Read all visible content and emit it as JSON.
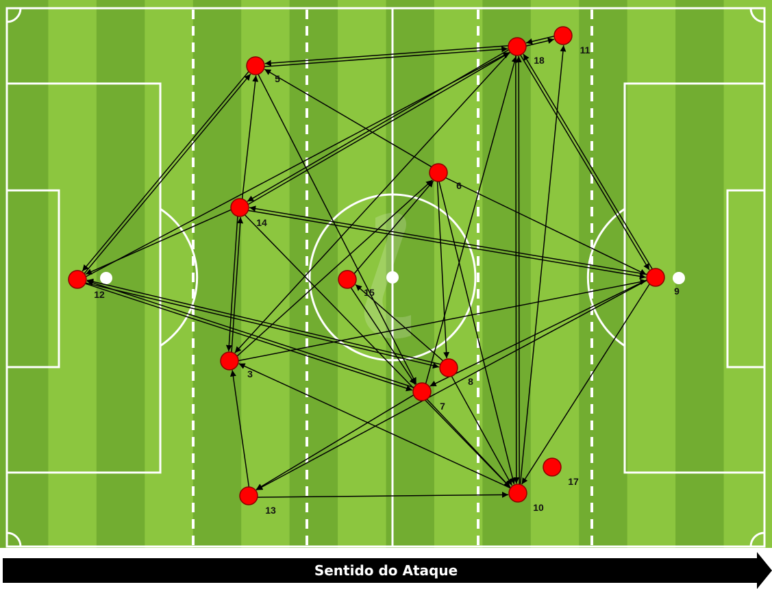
{
  "colors": {
    "grass_light": "#8cc63f",
    "grass_dark": "#72ad31",
    "player_fill": "#ff0000",
    "arrow": "#000000",
    "line": "#ffffff"
  },
  "players": [
    {
      "id": "5",
      "label": "5"
    },
    {
      "id": "18",
      "label": "18"
    },
    {
      "id": "11",
      "label": "11"
    },
    {
      "id": "6",
      "label": "6"
    },
    {
      "id": "14",
      "label": "14"
    },
    {
      "id": "12",
      "label": "12"
    },
    {
      "id": "15",
      "label": "15"
    },
    {
      "id": "9",
      "label": "9"
    },
    {
      "id": "3",
      "label": "3"
    },
    {
      "id": "8",
      "label": "8"
    },
    {
      "id": "7",
      "label": "7"
    },
    {
      "id": "17",
      "label": "17"
    },
    {
      "id": "13",
      "label": "13"
    },
    {
      "id": "10",
      "label": "10"
    }
  ],
  "passes": [
    {
      "from": "12",
      "to": "5"
    },
    {
      "from": "5",
      "to": "12"
    },
    {
      "from": "5",
      "to": "18"
    },
    {
      "from": "18",
      "to": "5"
    },
    {
      "from": "18",
      "to": "11"
    },
    {
      "from": "11",
      "to": "18"
    },
    {
      "from": "5",
      "to": "7"
    },
    {
      "from": "6",
      "to": "5"
    },
    {
      "from": "6",
      "to": "9"
    },
    {
      "from": "6",
      "to": "8"
    },
    {
      "from": "14",
      "to": "5"
    },
    {
      "from": "14",
      "to": "18"
    },
    {
      "from": "18",
      "to": "14"
    },
    {
      "from": "12",
      "to": "18"
    },
    {
      "from": "14",
      "to": "12"
    },
    {
      "from": "14",
      "to": "3"
    },
    {
      "from": "3",
      "to": "14"
    },
    {
      "from": "9",
      "to": "14"
    },
    {
      "from": "14",
      "to": "9"
    },
    {
      "from": "14",
      "to": "10"
    },
    {
      "from": "12",
      "to": "7"
    },
    {
      "from": "7",
      "to": "12"
    },
    {
      "from": "12",
      "to": "8"
    },
    {
      "from": "8",
      "to": "12"
    },
    {
      "from": "18",
      "to": "3"
    },
    {
      "from": "3",
      "to": "6"
    },
    {
      "from": "15",
      "to": "6"
    },
    {
      "from": "15",
      "to": "7"
    },
    {
      "from": "8",
      "to": "15"
    },
    {
      "from": "10",
      "to": "3"
    },
    {
      "from": "13",
      "to": "3"
    },
    {
      "from": "13",
      "to": "10"
    },
    {
      "from": "9",
      "to": "13"
    },
    {
      "from": "7",
      "to": "13"
    },
    {
      "from": "9",
      "to": "7"
    },
    {
      "from": "18",
      "to": "9"
    },
    {
      "from": "9",
      "to": "18"
    },
    {
      "from": "9",
      "to": "10"
    },
    {
      "from": "10",
      "to": "11"
    },
    {
      "from": "18",
      "to": "10"
    },
    {
      "from": "10",
      "to": "18"
    },
    {
      "from": "7",
      "to": "10"
    },
    {
      "from": "8",
      "to": "10"
    },
    {
      "from": "7",
      "to": "18"
    },
    {
      "from": "3",
      "to": "9"
    },
    {
      "from": "6",
      "to": "10"
    }
  ],
  "attack_direction": {
    "label": "Sentido do Ataque"
  }
}
